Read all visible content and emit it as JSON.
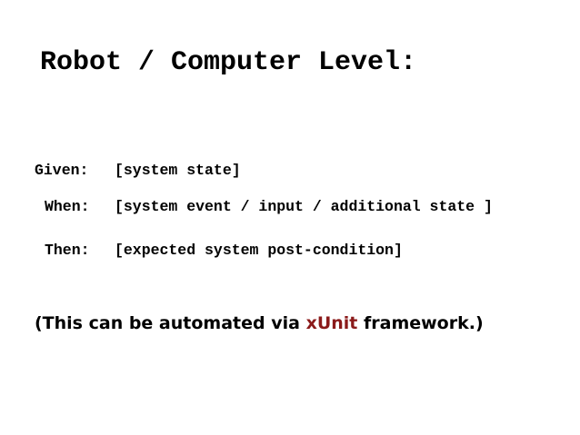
{
  "slide": {
    "title": "Robot / Computer Level:",
    "given": {
      "keyword": "Given:",
      "text": "[system state]"
    },
    "when": {
      "keyword": "When:",
      "text": "[system event / input / additional state ]"
    },
    "then": {
      "keyword": "Then:",
      "text": "[expected system post-condition]"
    },
    "note": {
      "before": "(This can be automated via ",
      "highlight": "xUnit",
      "after": " framework.)",
      "highlight_color": "#8b1a1a"
    }
  }
}
